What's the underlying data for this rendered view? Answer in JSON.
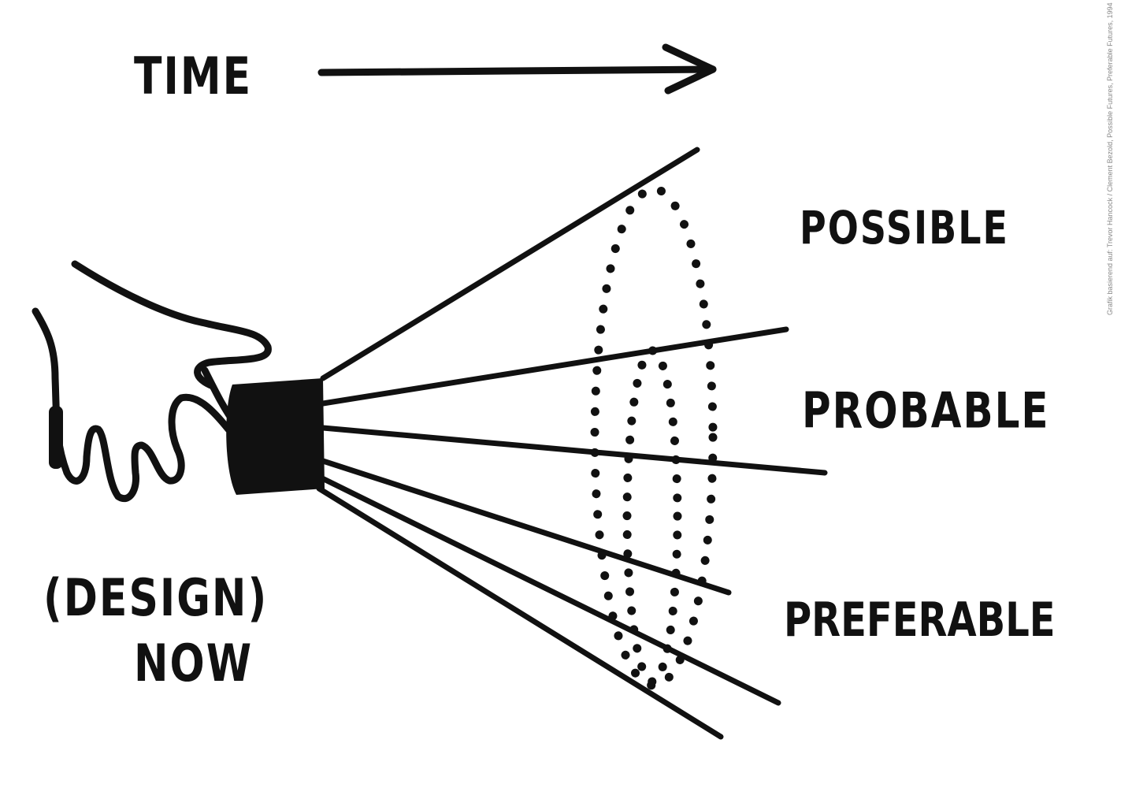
{
  "labels": {
    "time": "TIME",
    "possible": "POSSIBLE",
    "probable": "PROBABLE",
    "preferable": "PREFERABLE",
    "design": "(DESIGN)",
    "now": "NOW"
  },
  "caption": "Grafik basierend auf: Trevor Hancock / Clement Bezold, Possible Futures, Preferable Futures, 1994",
  "colors": {
    "ink": "#111111",
    "background": "#ffffff"
  }
}
